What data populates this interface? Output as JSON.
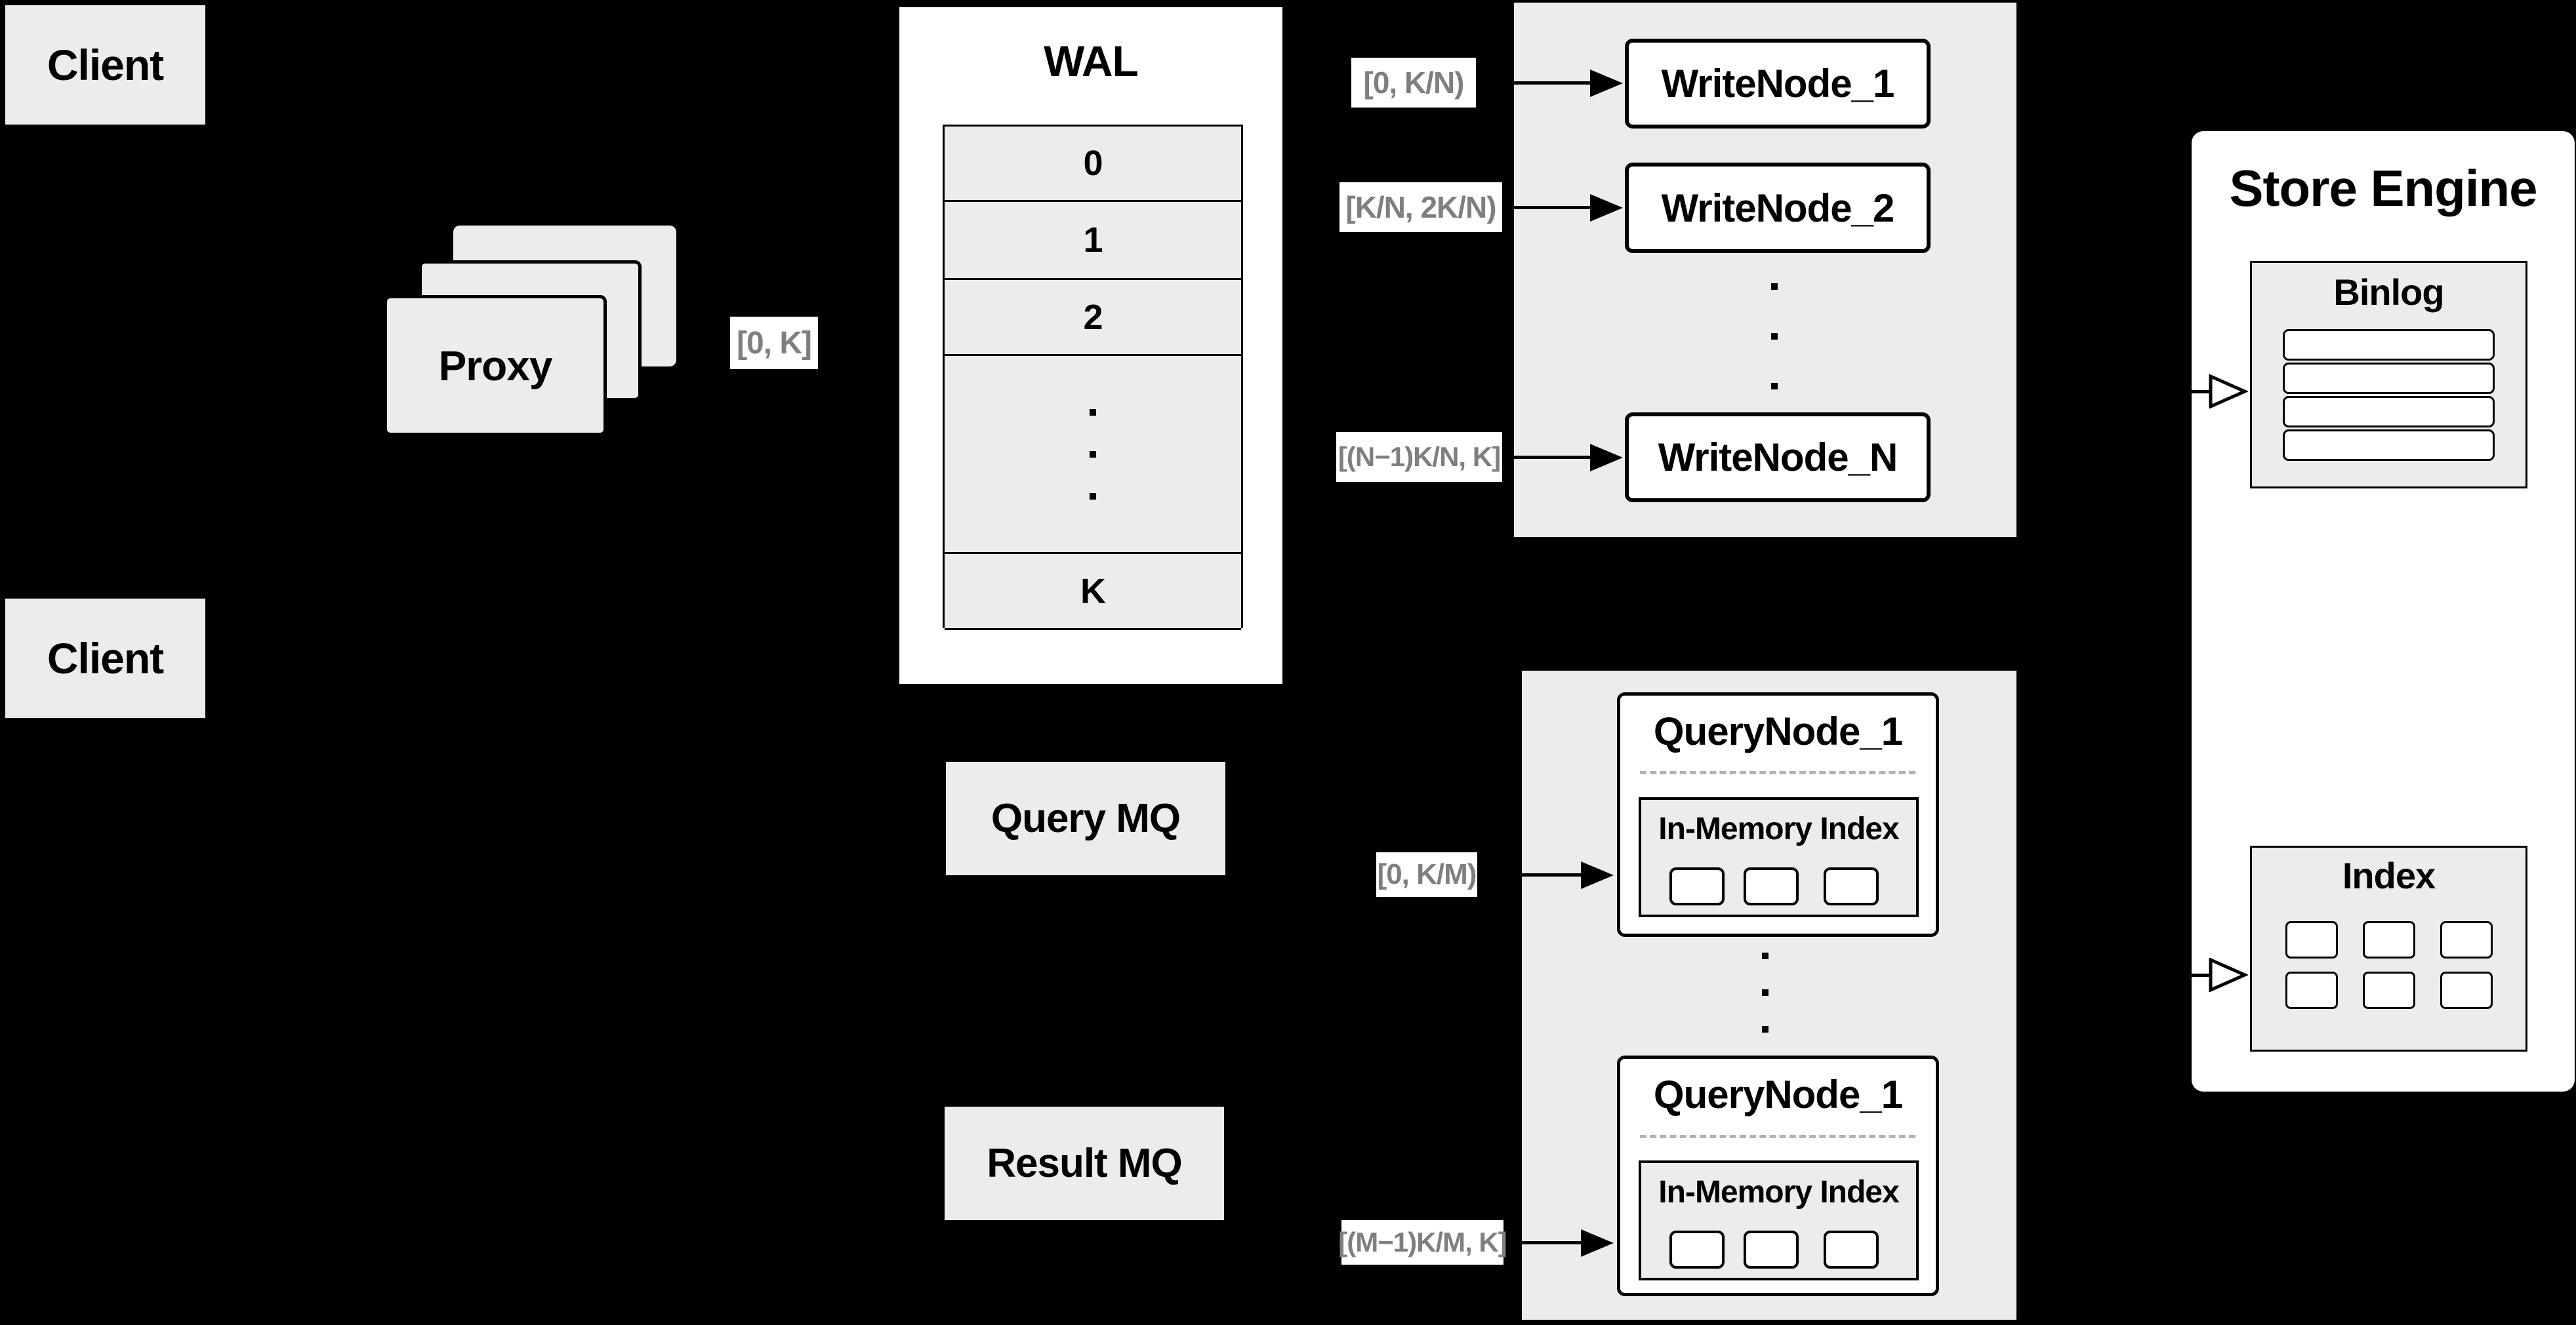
{
  "diagram": {
    "clients": {
      "top": "Client",
      "bottom": "Client"
    },
    "proxy": {
      "label": "Proxy",
      "range_label": "[0, K]"
    },
    "wal": {
      "title": "WAL",
      "segments": [
        "0",
        "1",
        "2"
      ],
      "last_segment": "K"
    },
    "write_nodes": {
      "nodes": [
        {
          "label": "WriteNode_1",
          "range": "[0,  K/N)"
        },
        {
          "label": "WriteNode_2",
          "range": "[K/N, 2K/N)"
        },
        {
          "label": "WriteNode_N",
          "range": "[(N−1)K/N,  K]"
        }
      ]
    },
    "mq": {
      "query": "Query MQ",
      "result": "Result MQ"
    },
    "query_nodes": {
      "nodes": [
        {
          "title": "QueryNode_1",
          "inner_title": "In-Memory Index",
          "range": "[0, K/M)"
        },
        {
          "title": "QueryNode_1",
          "inner_title": "In-Memory Index",
          "range": "[(M−1)K/M, K]"
        }
      ]
    },
    "store_engine": {
      "title": "Store Engine",
      "binlog_title": "Binlog",
      "index_title": "Index"
    },
    "colors": {
      "background": "#000000",
      "box_gray": "#ececec",
      "box_white": "#ffffff",
      "stroke": "#000000",
      "label_text": "#7f7f7f"
    }
  }
}
